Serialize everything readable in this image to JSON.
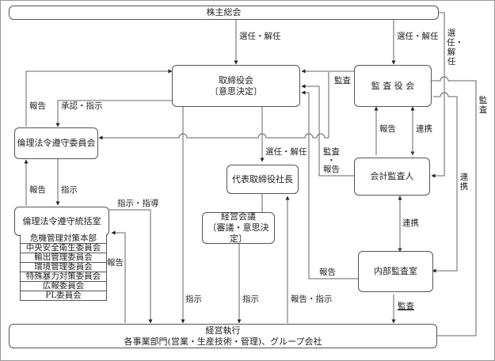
{
  "nodes": {
    "shareholders": "株主総会",
    "board": [
      "取締役会",
      "〔意思決定〕"
    ],
    "auditors_board": "監 査 役 会",
    "ethics_committee": "倫理法令遵守委員会",
    "ethics_office": "倫理法令遵守統括室",
    "president": "代表取締役社長",
    "management_meeting": [
      "経営会議",
      "〔審議・意思決定〕"
    ],
    "accounting_auditor": "会計監査人",
    "internal_audit": "内部監査室",
    "execution": [
      "経営執行",
      "各事業部門(営業・生産技術・管理)、グループ会社"
    ]
  },
  "committees": [
    "危機管理対策本部",
    "中央安全衛生委員会",
    "輸出管理委員会",
    "環境管理委員会",
    "特殊暴力対策委員会",
    "広報委員会",
    "PL委員会"
  ],
  "edge_labels": {
    "elect_board": "選任・解任",
    "elect_auditors": "選任・解任",
    "elect_accounting_vertical": "選任・解任",
    "audit_board": "監査",
    "audit_execution_vertical": "監査",
    "report_to_board": "報告",
    "approve_instruct": "承認・指示",
    "report_office": "報告",
    "instruct_office": "指示",
    "instruct_guide": "指示・指導",
    "report_committees": "報告",
    "elect_president": "選任・解任",
    "audit_report": [
      "監査",
      "・",
      "報告"
    ],
    "report_accounting": "報告",
    "cooperate_accounting": "連携",
    "cooperate_internal": "連携",
    "cooperate_internal_vertical": "連携",
    "report_internal": "報告",
    "instruct_exec_1": "指示",
    "instruct_exec_2": "指示",
    "report_instruct": "報告・指示",
    "audit_internal": "監査"
  }
}
